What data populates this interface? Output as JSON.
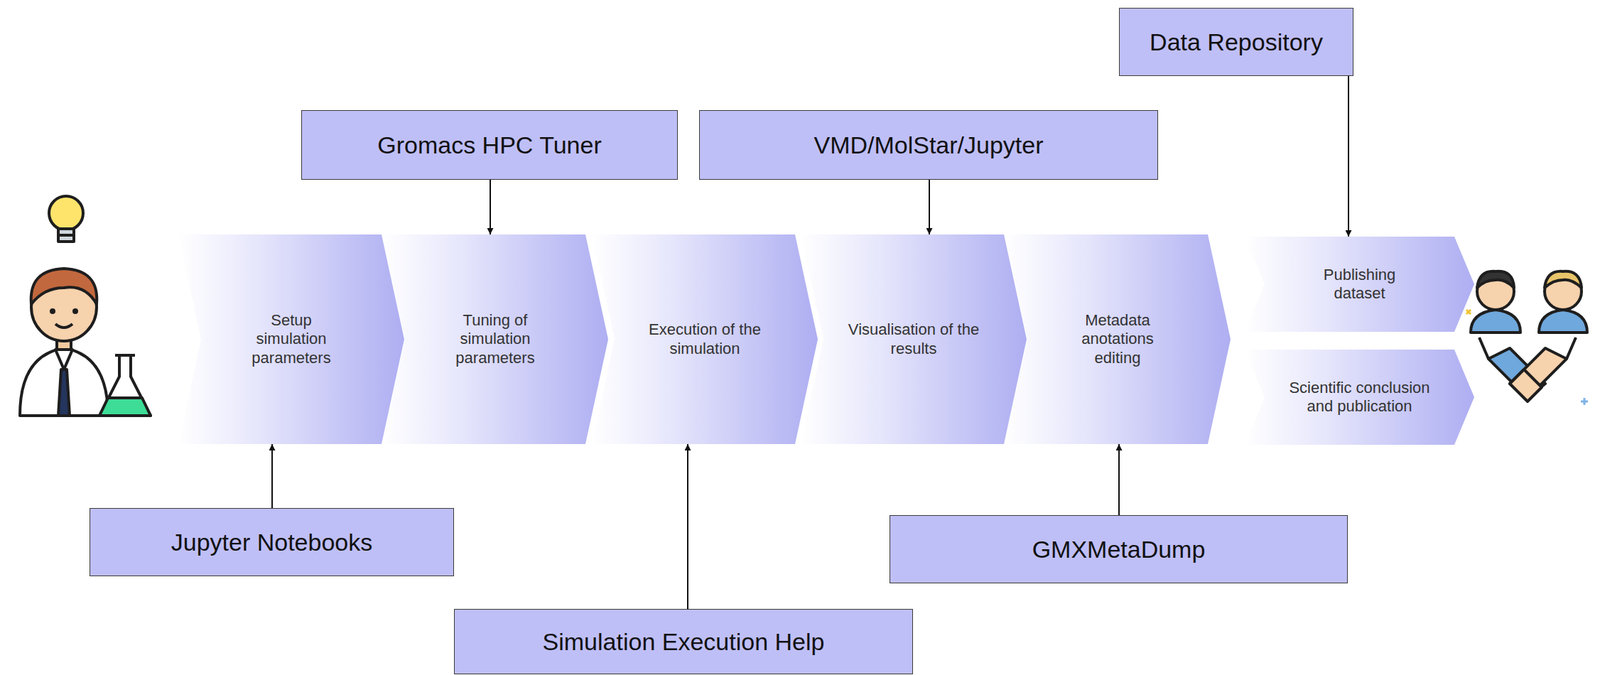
{
  "diagram": {
    "nodes": [
      {
        "text": [
          "Data Repository"
        ]
      },
      {
        "text": [
          "Gromacs HPC Tuner"
        ]
      },
      {
        "text": [
          "VMD/MolStar/Jupyter"
        ]
      },
      {
        "text": [
          "Setup simulation parameters"
        ]
      },
      {
        "text": [
          "Tuning of simulation parameters"
        ]
      },
      {
        "text": [
          "Execution of the simulation"
        ]
      },
      {
        "text": [
          "Visualisation of the results"
        ]
      },
      {
        "text": [
          "Metadata anotations editing"
        ]
      },
      {
        "text": [
          "Publishing dataset"
        ]
      },
      {
        "text": [
          "Scientific conclusion and publication"
        ]
      },
      {
        "text": [
          "Jupyter Notebooks"
        ]
      },
      {
        "text": [
          "GMXMetaDump"
        ]
      },
      {
        "text": [
          "Simulation Execution Help"
        ]
      }
    ],
    "edges": [
      {
        "from": 0,
        "to": 8,
        "arrow": "to"
      },
      {
        "from": 1,
        "to": 4,
        "arrow": "to"
      },
      {
        "from": 2,
        "to": 6,
        "arrow": "to"
      },
      {
        "from": 10,
        "to": 3,
        "arrow": "to"
      },
      {
        "from": 11,
        "to": 7,
        "arrow": "to"
      },
      {
        "from": 12,
        "to": 5,
        "arrow": "to"
      }
    ]
  }
}
